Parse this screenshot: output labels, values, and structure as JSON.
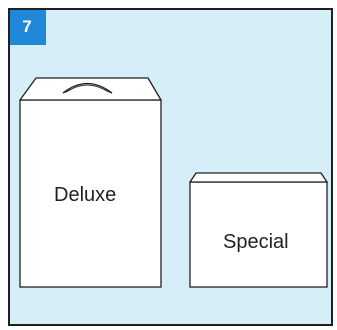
{
  "exercise": {
    "number": "7"
  },
  "boxes": [
    {
      "label": "Deluxe"
    },
    {
      "label": "Special"
    }
  ],
  "colors": {
    "panel_background": "#d6eef8",
    "badge": "#1f88d9",
    "outline": "#231f20",
    "box_fill": "#ffffff"
  }
}
